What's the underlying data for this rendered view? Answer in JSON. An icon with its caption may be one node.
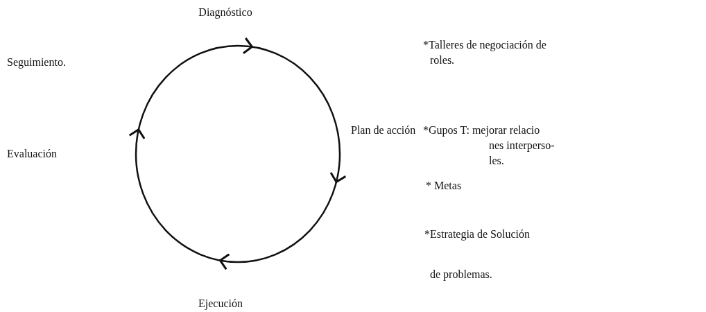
{
  "diagram": {
    "nodes": [
      {
        "text": [
          "Diagnóstico"
        ]
      },
      {
        "text": [
          "Seguimiento."
        ]
      },
      {
        "text": [
          "Plan de acción"
        ]
      },
      {
        "text": [
          "Evaluación"
        ]
      },
      {
        "text": [
          "Ejecución"
        ]
      }
    ],
    "labels": [
      "*Talleres de negociación de roles.",
      "*Gupos T: mejorar relacio nes interperso- les.",
      "* Metas",
      "*Estrategia de Solución de problemas."
    ]
  }
}
